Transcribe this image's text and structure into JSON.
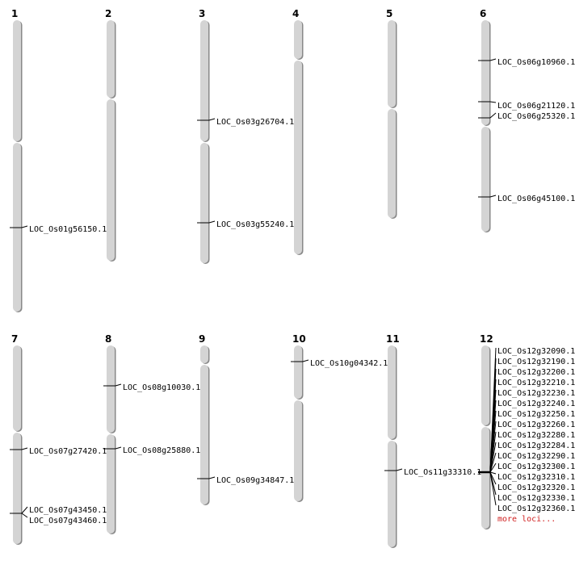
{
  "colors": {
    "chromosome": "#d4d4d4",
    "chromosome_shadow": "#888888",
    "line": "#000000",
    "more_link": "#d02020"
  },
  "chromosomes": [
    {
      "name": "1",
      "genes": [
        "LOC_Os01g56150.1"
      ]
    },
    {
      "name": "2",
      "genes": []
    },
    {
      "name": "3",
      "genes": [
        "LOC_Os03g26704.1",
        "LOC_Os03g55240.1"
      ]
    },
    {
      "name": "4",
      "genes": []
    },
    {
      "name": "5",
      "genes": []
    },
    {
      "name": "6",
      "genes": [
        "LOC_Os06g10960.1",
        "LOC_Os06g21120.1",
        "LOC_Os06g25320.1",
        "LOC_Os06g45100.1"
      ]
    },
    {
      "name": "7",
      "genes": [
        "LOC_Os07g27420.1",
        "LOC_Os07g43450.1",
        "LOC_Os07g43460.1"
      ]
    },
    {
      "name": "8",
      "genes": [
        "LOC_Os08g10030.1",
        "LOC_Os08g25880.1"
      ]
    },
    {
      "name": "9",
      "genes": [
        "LOC_Os09g34847.1"
      ]
    },
    {
      "name": "10",
      "genes": [
        "LOC_Os10g04342.1"
      ]
    },
    {
      "name": "11",
      "genes": [
        "LOC_Os11g33310.1"
      ]
    },
    {
      "name": "12",
      "genes": [
        "LOC_Os12g32090.1",
        "LOC_Os12g32190.1",
        "LOC_Os12g32200.1",
        "LOC_Os12g32210.1",
        "LOC_Os12g32230.1",
        "LOC_Os12g32240.1",
        "LOC_Os12g32250.1",
        "LOC_Os12g32260.1",
        "LOC_Os12g32280.1",
        "LOC_Os12g32284.1",
        "LOC_Os12g32290.1",
        "LOC_Os12g32300.1",
        "LOC_Os12g32310.1",
        "LOC_Os12g32320.1",
        "LOC_Os12g32330.1",
        "LOC_Os12g32360.1"
      ],
      "more_label": "more loci..."
    }
  ]
}
